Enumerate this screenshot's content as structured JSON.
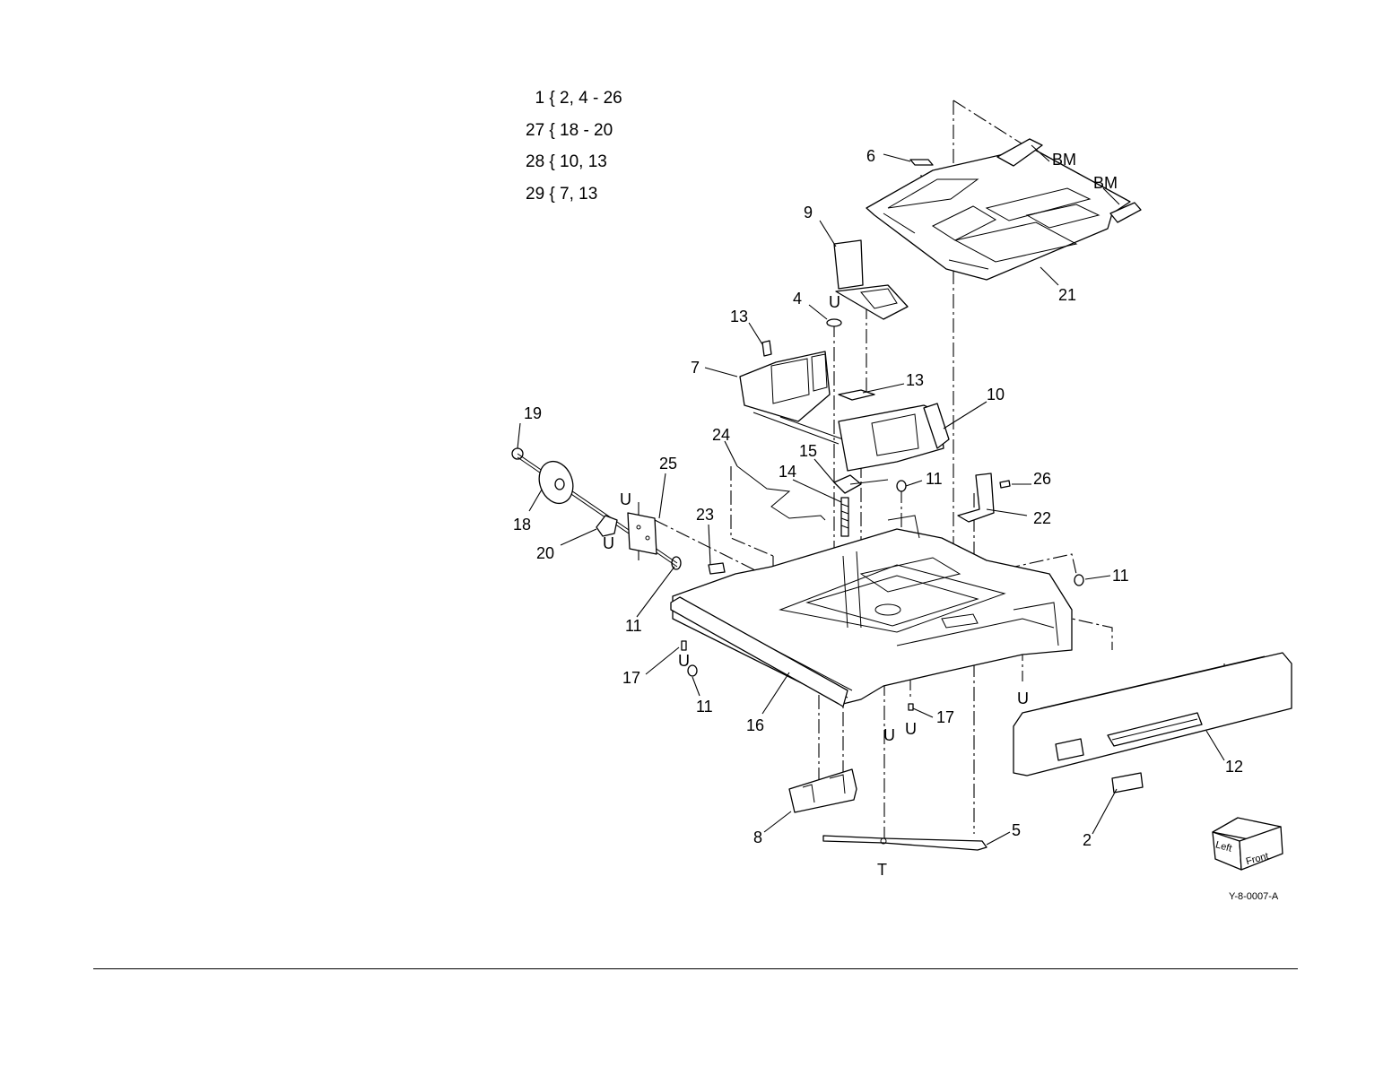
{
  "legend": [
    "  1 { 2, 4 - 26",
    "27 { 18 - 20",
    "28 { 10, 13",
    "29 { 7, 13"
  ],
  "callouts": {
    "c2": "2",
    "c4": "4",
    "c5": "5",
    "c6": "6",
    "c7": "7",
    "c8": "8",
    "c9": "9",
    "c10": "10",
    "c11a": "11",
    "c11b": "11",
    "c11c": "11",
    "c11d": "11",
    "c12": "12",
    "c13a": "13",
    "c13b": "13",
    "c14": "14",
    "c15": "15",
    "c16": "16",
    "c17a": "17",
    "c17b": "17",
    "c18": "18",
    "c19": "19",
    "c20": "20",
    "c21": "21",
    "c22": "22",
    "c23": "23",
    "c24": "24",
    "c25": "25",
    "c26": "26"
  },
  "markers": {
    "bm1": "BM",
    "bm2": "BM",
    "u_top": "U",
    "u_left1": "U",
    "u_left2": "U",
    "u_bottom1": "U",
    "u_bottom2": "U",
    "u_bottom3": "U",
    "u_right": "U",
    "t_bottom": "T"
  },
  "orientation_cube": {
    "left": "Left",
    "front": "Front"
  },
  "figure_id": "Y-8-0007-A"
}
